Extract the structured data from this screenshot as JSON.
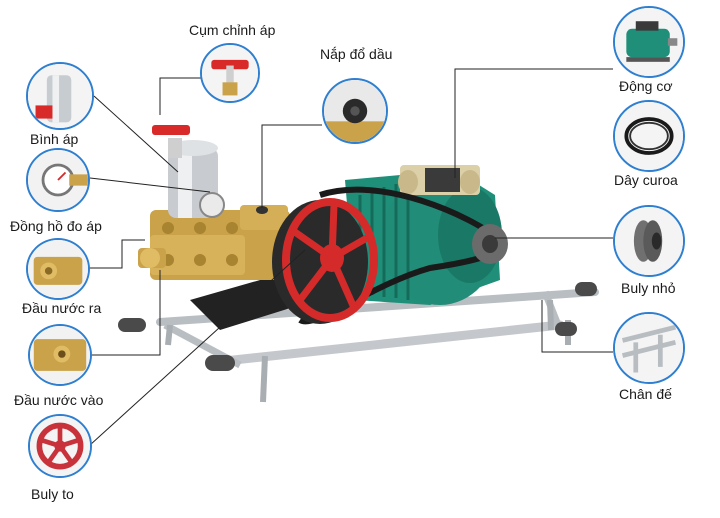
{
  "labels": {
    "cum_chinh_ap": "Cụm chỉnh áp",
    "nap_do_dau": "Nắp đổ dầu",
    "binh_ap": "Bình áp",
    "dong_ho_do_ap": "Đồng hồ đo áp",
    "dau_nuoc_ra": "Đầu nước ra",
    "dau_nuoc_vao": "Đầu nước vào",
    "buly_to": "Buly to",
    "dong_co": "Động cơ",
    "day_curoa": "Dây curoa",
    "buly_nho": "Buly nhỏ",
    "chan_de": "Chân đế"
  },
  "colors": {
    "circle_border": "#2f7fd0",
    "leader_line": "#222222",
    "motor_green": "#1f8f7a",
    "pulley_red": "#d42a2a",
    "pump_brass": "#c9a24a",
    "frame_steel": "#c4c8cc"
  }
}
